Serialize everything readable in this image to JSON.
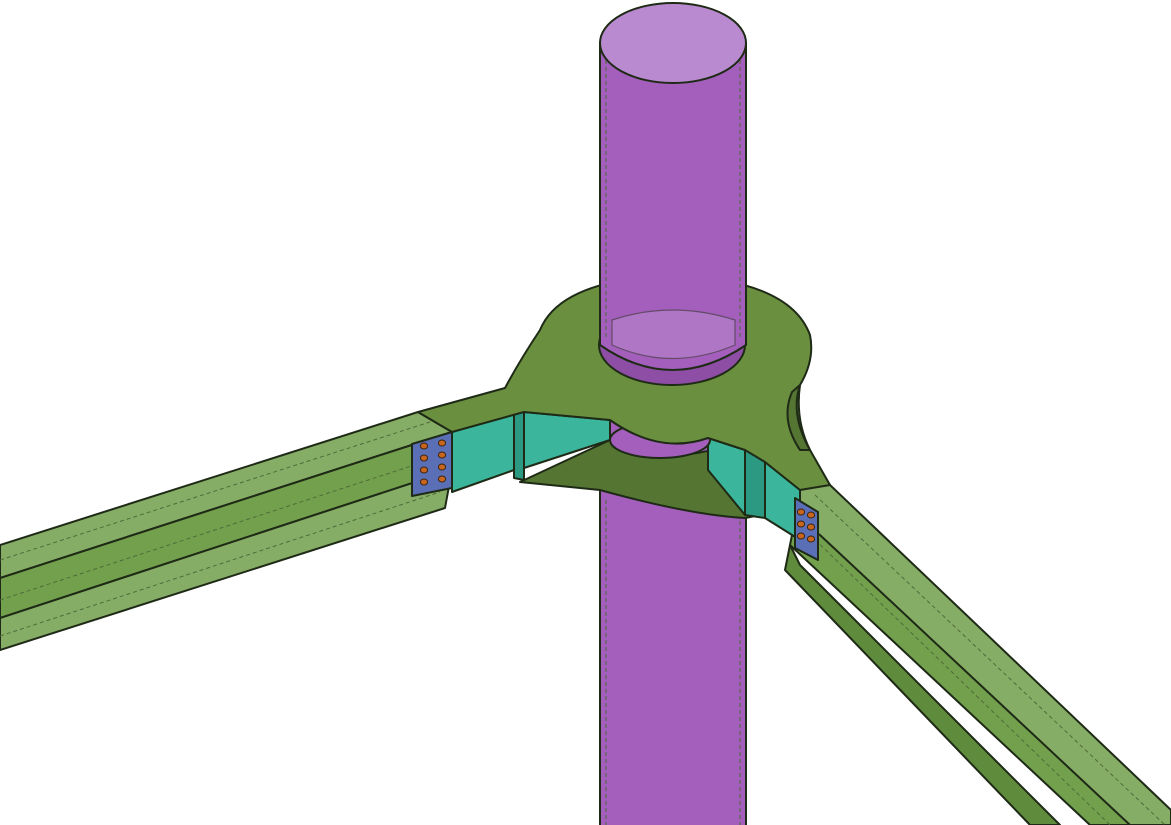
{
  "colors": {
    "background": "#ffffff",
    "column": "#a35fbb",
    "column_dark": "#8f4ea6",
    "column_top": "#b98ad0",
    "ring_plate": "#6a8f3f",
    "ring_plate_dark": "#557533",
    "beam_light": "#86ad66",
    "beam_mid": "#73a04d",
    "beam_dark": "#5f8b3c",
    "stiffener": "#3bb59b",
    "stiffener_dark": "#2c9a83",
    "splice_plate": "#5a6fb5",
    "bolt": "#c8651f",
    "edge": "#1e2a16"
  },
  "model": {
    "column": {
      "shape": "circular-hollow-section",
      "visible": true
    },
    "ring_plates": [
      "top-ring-plate",
      "bottom-ring-plate"
    ],
    "beams": [
      {
        "side": "left",
        "splice_bolt_count": 8
      },
      {
        "side": "right",
        "splice_bolt_count": 6
      }
    ],
    "stiffener_count": 4
  }
}
